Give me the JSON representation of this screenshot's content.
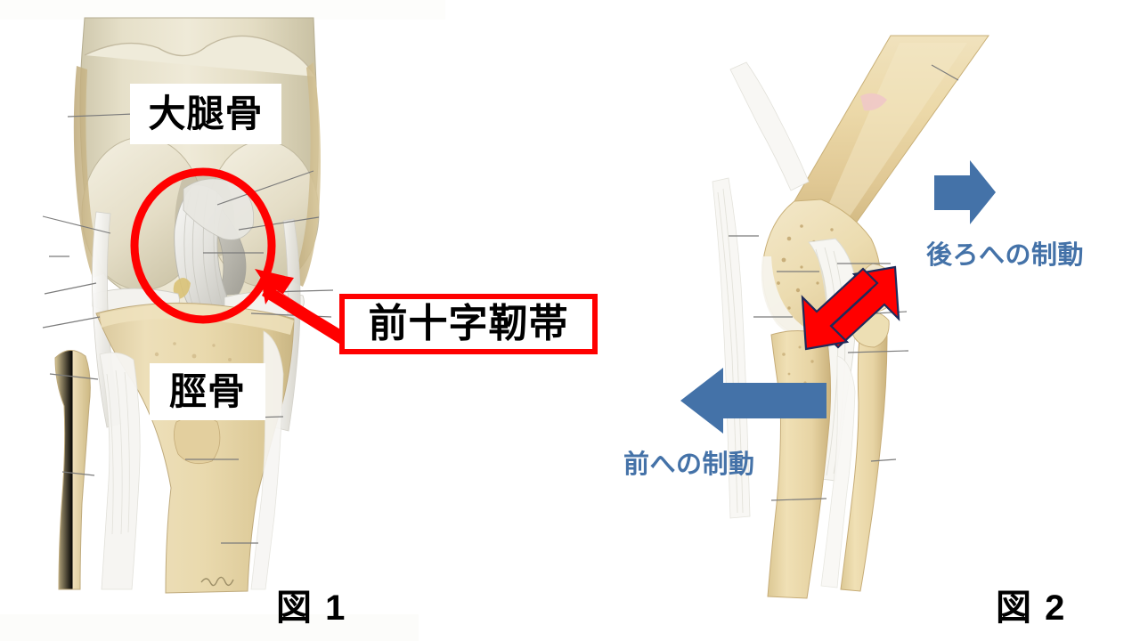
{
  "figure": {
    "title_alt": "Anterior cruciate ligament anatomy diagram",
    "background_color": "#ffffff"
  },
  "colors": {
    "highlight_red": "#ff0000",
    "arrow_blue": "#4472a8",
    "text_blue": "#4472a8",
    "bone_cortical": "#e8dfc4",
    "bone_cancellous": "#e3cf9e",
    "cartilage": "#ddd9cc",
    "ligament_white": "#f4f3f0",
    "leader_line": "#6b6b6b",
    "label_text": "#000000"
  },
  "figure1": {
    "caption": "図 1",
    "view": "anterior view of right knee joint",
    "labels": {
      "femur": "大腿骨",
      "tibia": "脛骨",
      "acl": "前十字靭帯"
    },
    "annotations": {
      "circle_target": "anterior cruciate ligament",
      "arrow_color": "#ff0000",
      "circle_color": "#ff0000",
      "circle_stroke_width": 9
    }
  },
  "figure2": {
    "caption": "図 2",
    "view": "lateral view of flexed knee joint",
    "labels": {
      "posterior_restraint": "後ろへの制動",
      "anterior_restraint": "前への制動"
    },
    "annotations": {
      "blue_arrow_right": {
        "label": "後ろへの制動",
        "direction": "right",
        "color": "#4472a8"
      },
      "blue_arrow_left": {
        "label": "前への制動",
        "direction": "left",
        "color": "#4472a8"
      },
      "red_double_arrow": {
        "label": "anterior cruciate ligament tension",
        "direction": "bidirectional-diagonal",
        "color": "#ff0000",
        "outline": "#1f2a5a"
      }
    }
  }
}
